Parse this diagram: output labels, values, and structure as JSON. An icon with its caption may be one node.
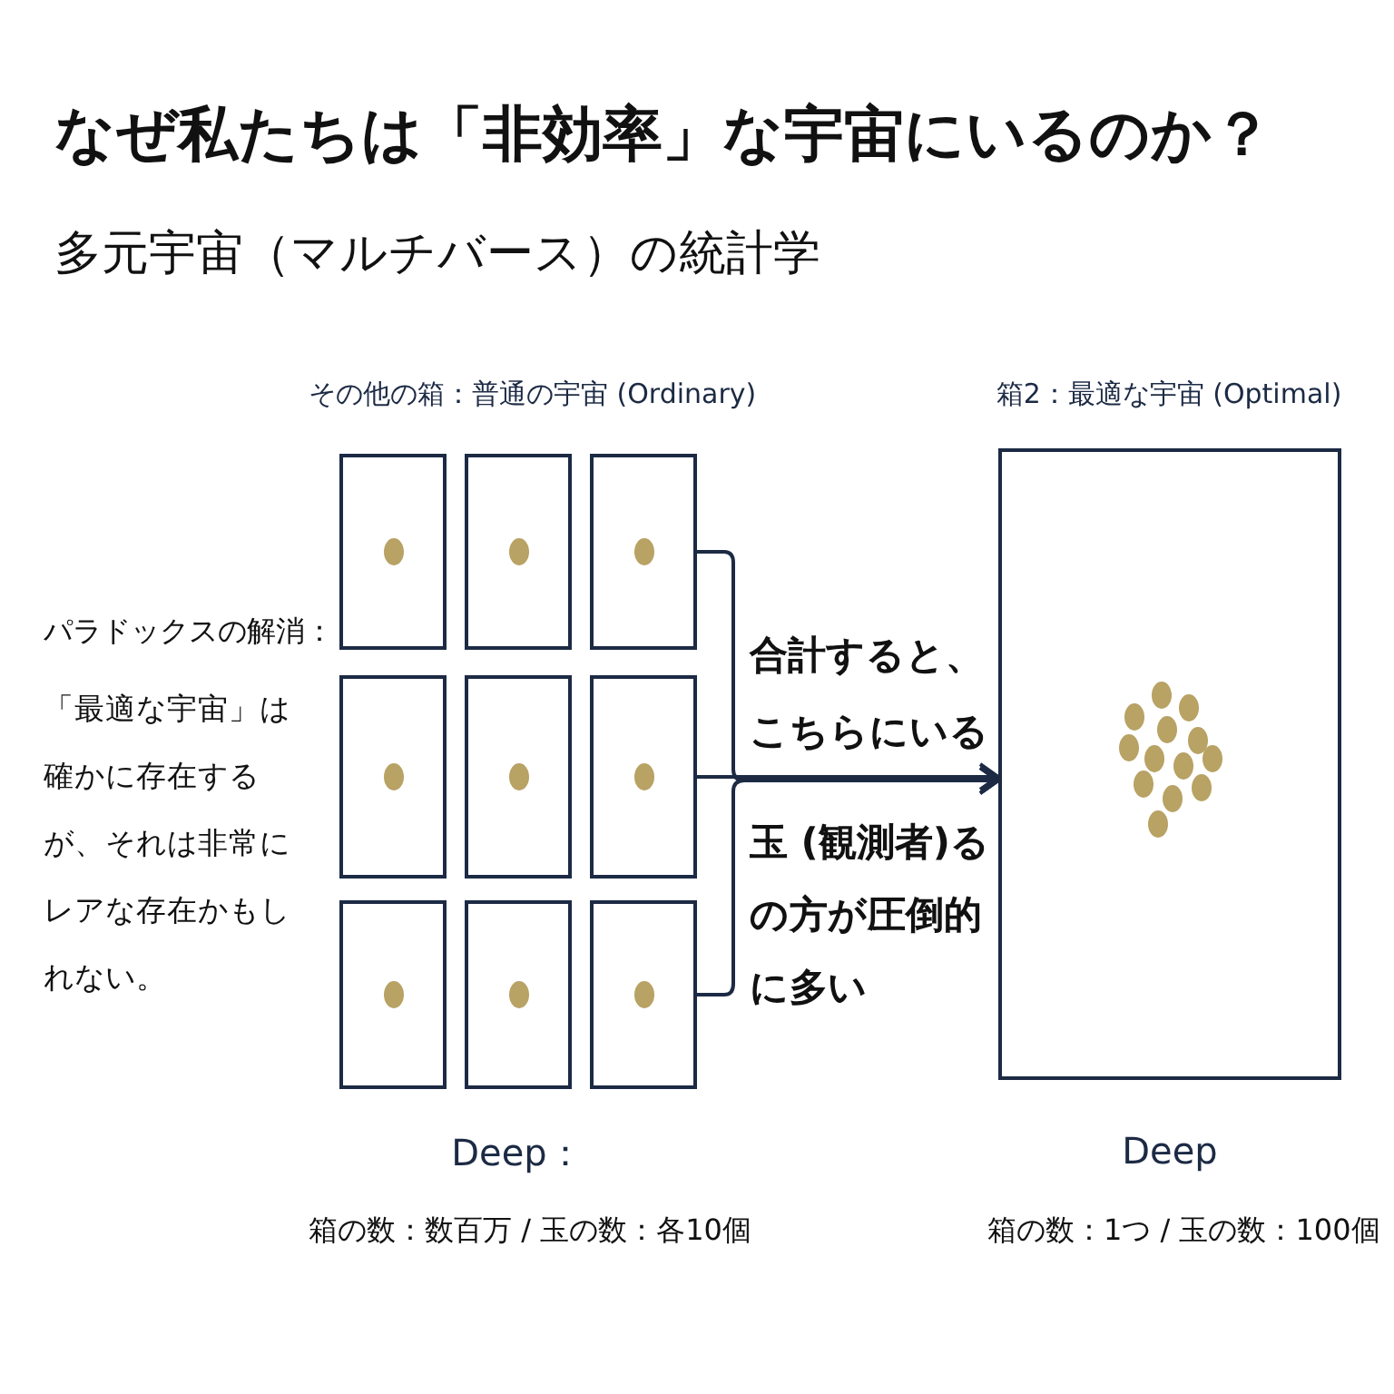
{
  "diagram": {
    "title": "なぜ私たちは「非効率」な宇宙にいるのか？",
    "caption": "多元宇宙（マルチバース）の統計学",
    "nodes": [
      {
        "text": [],
        "shape": "box"
      },
      {
        "text": [],
        "shape": "box"
      },
      {
        "text": [],
        "shape": "box"
      },
      {
        "text": [],
        "shape": "box"
      },
      {
        "text": [],
        "shape": "box"
      },
      {
        "text": [],
        "shape": "box"
      },
      {
        "text": [],
        "shape": "box"
      },
      {
        "text": [],
        "shape": "box"
      },
      {
        "text": [],
        "shape": "box"
      },
      {
        "text": [],
        "shape": "box"
      }
    ],
    "edges": [
      {
        "from": 2,
        "to": 9,
        "arrow": "to"
      },
      {
        "from": 5,
        "to": 9,
        "arrow": "to"
      },
      {
        "from": 8,
        "to": 9,
        "arrow": "to"
      }
    ],
    "labels": [
      "その他の箱：普通の宇宙 (Ordinary)",
      "箱2：最適な宇宙 (Optimal)",
      "パラドックスの解消：",
      "「最適な宇宙」は確かに存在するが、それは非常にレアな存在かもしれない。",
      "合計すると、こちらにいる",
      "玉 (観測者)るの方が圧倒的に多い",
      "Deep：",
      "Deep",
      "箱の数：数百万 / 玉の数：各10個",
      "箱の数：1つ / 玉の数：100個"
    ]
  }
}
